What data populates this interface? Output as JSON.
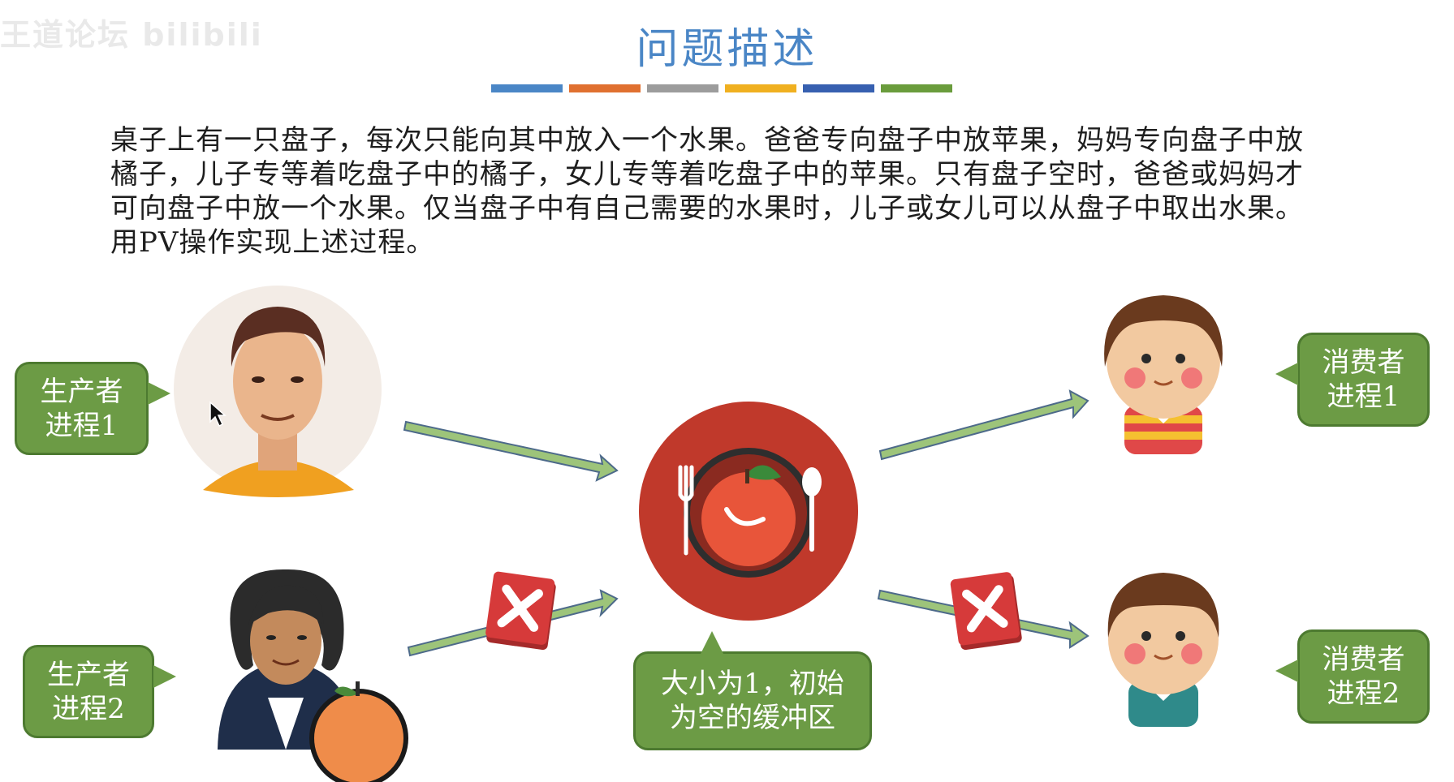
{
  "watermark": "王道论坛 bilibili",
  "title": "问题描述",
  "stripe_colors": [
    "#4a86c6",
    "#e07030",
    "#9c9c9c",
    "#f0b020",
    "#3760b0",
    "#6a9c3c"
  ],
  "description": [
    "桌子上有一只盘子，每次只能向其中放入一个水果。爸爸专向盘子中放苹果，妈妈专向盘子中放",
    "橘子，儿子专等着吃盘子中的橘子，女儿专等着吃盘子中的苹果。只有盘子空时，爸爸或妈妈才",
    "可向盘子中放一个水果。仅当盘子中有自己需要的水果时，儿子或女儿可以从盘子中取出水果。",
    "用PV操作实现上述过程。"
  ],
  "producer1": {
    "line1": "生产者",
    "line2": "进程1"
  },
  "producer2": {
    "line1": "生产者",
    "line2": "进程2"
  },
  "consumer1": {
    "line1": "消费者",
    "line2": "进程1"
  },
  "consumer2": {
    "line1": "消费者",
    "line2": "进程2"
  },
  "buffer": {
    "line1": "大小为1，初始",
    "line2": "为空的缓冲区"
  },
  "colors": {
    "bubble": "#6c9b45",
    "arrow": "#9dc47a",
    "plate": "#c0392b",
    "blocked": "#d63a3a"
  }
}
